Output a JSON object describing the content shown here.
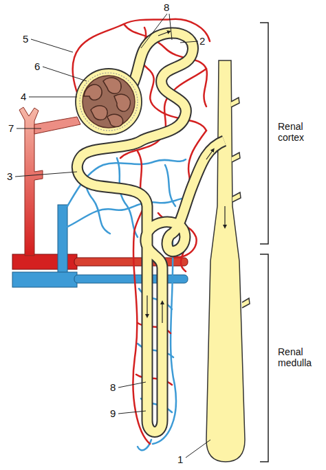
{
  "diagram": {
    "labels": [
      "1",
      "2",
      "3",
      "4",
      "5",
      "6",
      "7",
      "8",
      "8",
      "9",
      "Renal cortex",
      "Renal medulla"
    ]
  }
}
